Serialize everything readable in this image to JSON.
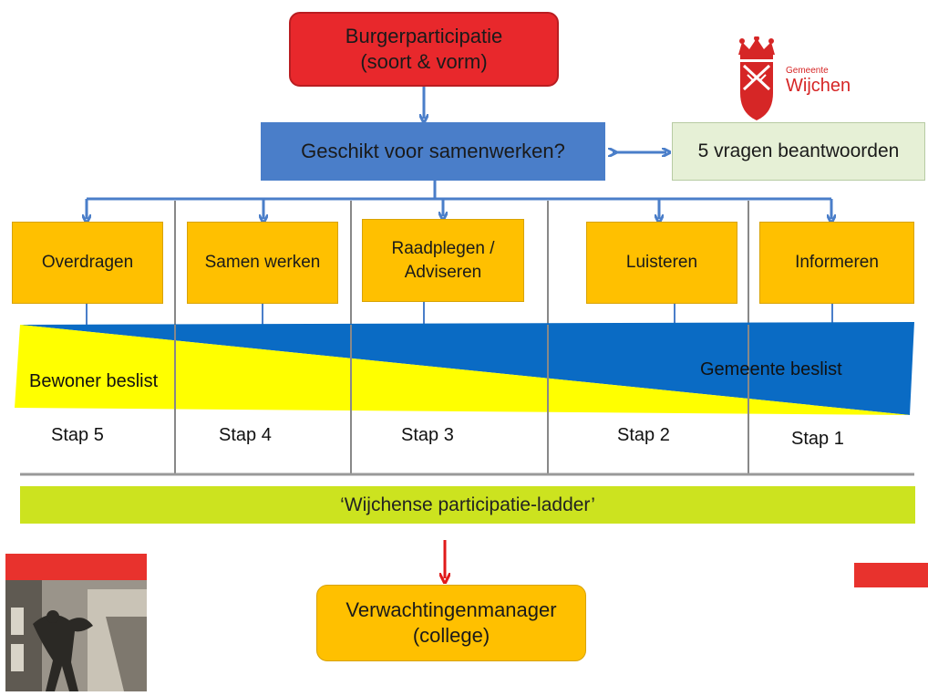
{
  "header": {
    "title_line1": "Burgerparticipatie",
    "title_line2": "(soort & vorm)"
  },
  "question": {
    "label": "Geschikt voor samenwerken?"
  },
  "vragen": {
    "label": "5 vragen beantwoorden"
  },
  "steps": [
    {
      "line1": "Overdragen",
      "line2": ""
    },
    {
      "line1": "Samen werken",
      "line2": ""
    },
    {
      "line1": "Raadplegen /",
      "line2": "Adviseren"
    },
    {
      "line1": "Luisteren",
      "line2": ""
    },
    {
      "line1": "Informeren",
      "line2": ""
    }
  ],
  "wedge": {
    "left_label": "Bewoner beslist",
    "right_label": "Gemeente beslist",
    "yellow": "#ffff00",
    "blue": "#0a6bc4"
  },
  "stappen": [
    "Stap 5",
    "Stap 4",
    "Stap 3",
    "Stap 2",
    "Stap 1"
  ],
  "ladder": {
    "label": "‘Wijchense participatie-ladder’"
  },
  "manager": {
    "line1": "Verwachtingenmanager",
    "line2": "(college)"
  },
  "logo": {
    "line1": "Gemeente",
    "line2": "Wijchen"
  },
  "colors": {
    "red": "#e8282c",
    "blue_box": "#4a7ec9",
    "orange": "#ffc000",
    "ladder": "#cce31f",
    "arrow": "#4a7ec9"
  }
}
